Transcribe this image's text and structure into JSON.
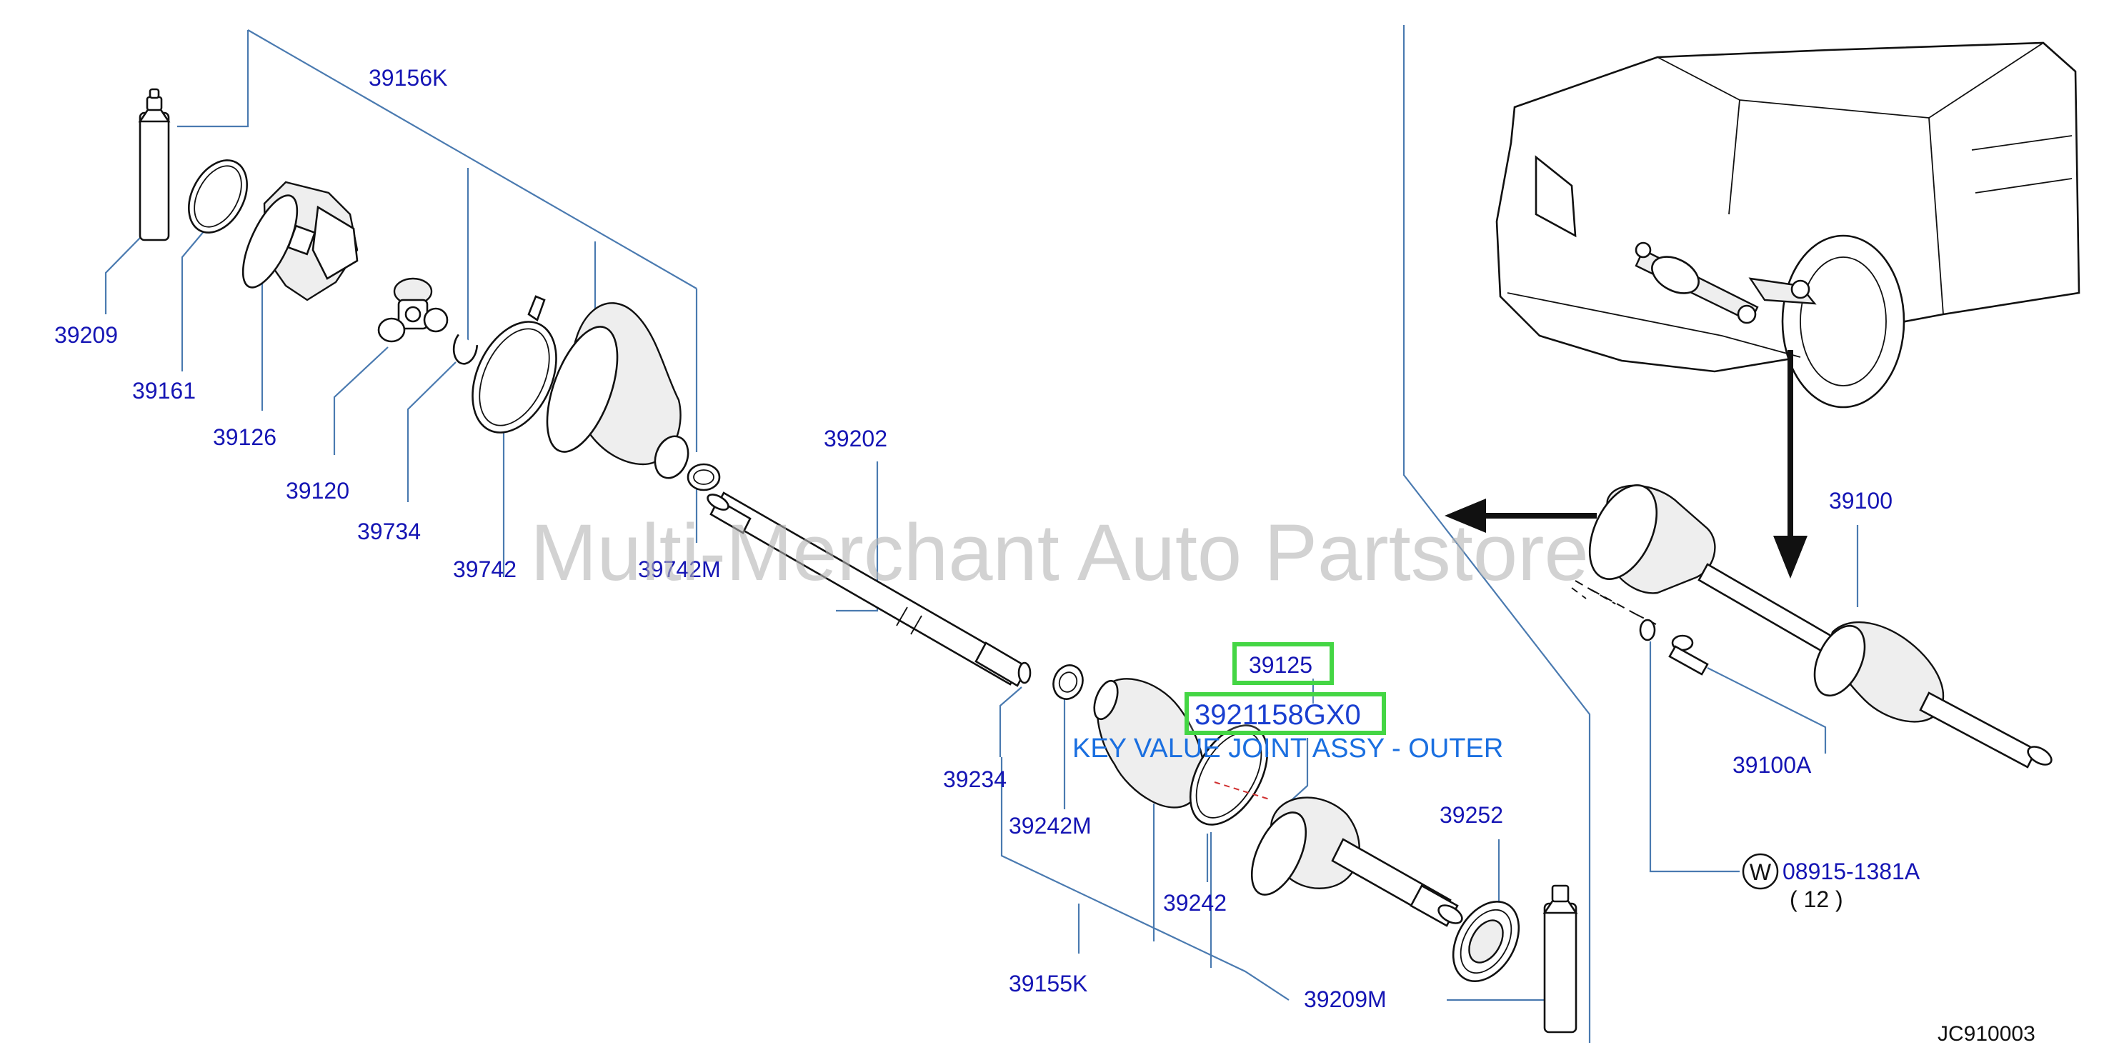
{
  "diagram": {
    "watermark": "Multi-Merchant Auto Partstore",
    "diagram_code": "JC910003",
    "part_labels": {
      "p39156K": "39156K",
      "p39209": "39209",
      "p39161": "39161",
      "p39126": "39126",
      "p39120": "39120",
      "p39734": "39734",
      "p39742": "39742",
      "p39742M": "39742M",
      "p39202": "39202",
      "p39234": "39234",
      "p39242M": "39242M",
      "p39155K": "39155K",
      "p39242": "39242",
      "p39209M": "39209M",
      "p39252": "39252",
      "p39100": "39100",
      "p39100A": "39100A",
      "w_part": "08915-1381A",
      "w_qty": "( 12 )"
    },
    "washer_symbol": "W",
    "highlighted": {
      "part_39125": "39125",
      "part_39211": "3921158GX0",
      "description": "KEY VALUE JOINT ASSY - OUTER"
    }
  }
}
